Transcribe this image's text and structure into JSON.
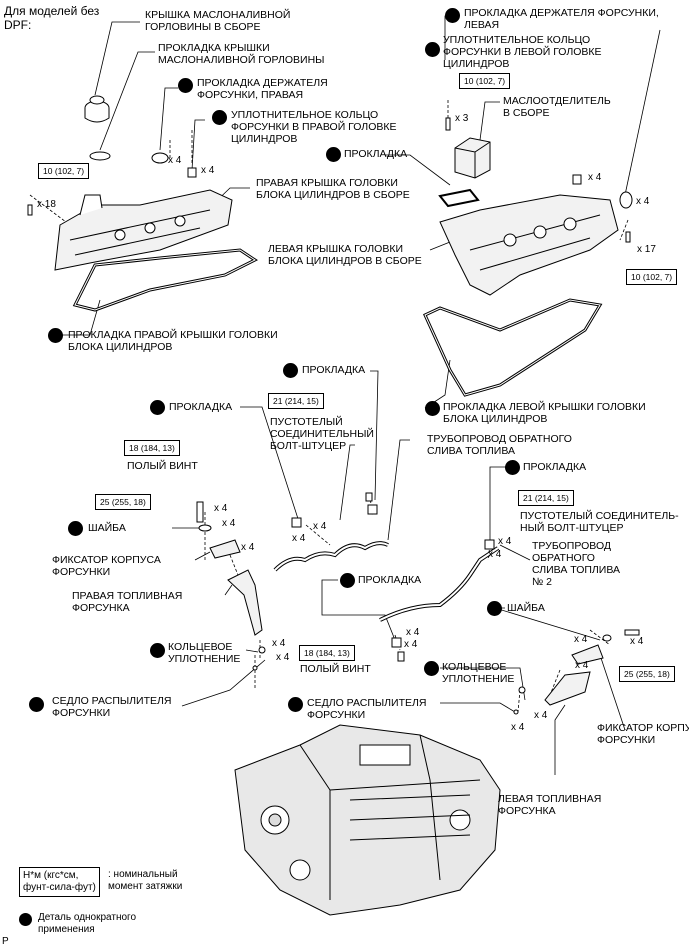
{
  "header_note": [
    "Для моделей без",
    "DPF:"
  ],
  "labels": {
    "oil_filler_cap": [
      "КРЫШКА МАСЛОНАЛИВНОЙ",
      "ГОРЛОВИНЫ В СБОРЕ"
    ],
    "oil_filler_gasket": [
      "ПРОКЛАДКА КРЫШКИ",
      "МАСЛОНАЛИВНОЙ ГОРЛОВИНЫ"
    ],
    "rh_holder_gasket": [
      "ПРОКЛАДКА ДЕРЖАТЕЛЯ",
      "ФОРСУНКИ, ПРАВАЯ"
    ],
    "rh_seal_ring": [
      "УПЛОТНИТЕЛЬНОЕ КОЛЬЦО",
      "ФОРСУНКИ В ПРАВОЙ ГОЛОВКЕ",
      "ЦИЛИНДРОВ"
    ],
    "rh_cover": [
      "ПРАВАЯ КРЫШКА ГОЛОВКИ",
      "БЛОКА ЦИЛИНДРОВ В СБОРЕ"
    ],
    "rh_cover_gasket": [
      "ПРОКЛАДКА ПРАВОЙ КРЫШКИ ГОЛОВКИ",
      "БЛОКА ЦИЛИНДРОВ"
    ],
    "lh_holder_gasket": [
      "ПРОКЛАДКА ДЕРЖАТЕЛЯ ФОРСУНКИ,",
      "ЛЕВАЯ"
    ],
    "lh_seal_ring": [
      "УПЛОТНИТЕЛЬНОЕ КОЛЬЦО",
      "ФОРСУНКИ В ЛЕВОЙ ГОЛОВКЕ",
      "ЦИЛИНДРОВ"
    ],
    "oil_separator": [
      "МАСЛООТДЕЛИТЕЛЬ",
      "В СБОРЕ"
    ],
    "gasket_top": [
      "ПРОКЛАДКА"
    ],
    "lh_cover": [
      "ЛЕВАЯ КРЫШКА ГОЛОВКИ",
      "БЛОКА ЦИЛИНДРОВ В СБОРЕ"
    ],
    "lh_cover_gasket": [
      "ПРОКЛАДКА ЛЕВОЙ КРЫШКИ ГОЛОВКИ",
      "БЛОКА ЦИЛИНДРОВ"
    ],
    "gasket_mid": [
      "ПРОКЛАДКА"
    ],
    "gasket_left": [
      "ПРОКЛАДКА"
    ],
    "union_bolt_1": [
      "ПУСТОТЕЛЫЙ",
      "СОЕДИНИТЕЛЬНЫЙ",
      "БОЛТ-ШТУЦЕР"
    ],
    "hollow_screw_1": [
      "ПОЛЫЙ ВИНТ"
    ],
    "return_pipe": [
      "ТРУБОПРОВОД ОБРАТНОГО",
      "СЛИВА ТОПЛИВА"
    ],
    "washer_left": [
      "ШАЙБА"
    ],
    "clamp_left": [
      "ФИКСАТОР КОРПУСА",
      "ФОРСУНКИ"
    ],
    "rh_injector": [
      "ПРАВАЯ ТОПЛИВНАЯ",
      "ФОРСУНКА"
    ],
    "o_ring_left": [
      "КОЛЬЦЕВОЕ",
      "УПЛОТНЕНИЕ"
    ],
    "nozzle_seat_left": [
      "СЕДЛО РАСПЫЛИТЕЛЯ",
      "ФОРСУНКИ"
    ],
    "gasket_right": [
      "ПРОКЛАДКА"
    ],
    "union_bolt_2": [
      "ПУСТОТЕЛЫЙ СОЕДИНИТЕЛЬ-",
      "НЫЙ БОЛТ-ШТУЦЕР"
    ],
    "return_pipe_2": [
      "ТРУБОПРОВОД",
      "ОБРАТНОГО",
      "СЛИВА ТОПЛИВА",
      "№ 2"
    ],
    "gasket_center": [
      "ПРОКЛАДКА"
    ],
    "washer_right": [
      "ШАЙБА"
    ],
    "hollow_screw_2": [
      "ПОЛЫЙ ВИНТ"
    ],
    "o_ring_right": [
      "КОЛЬЦЕВОЕ",
      "УПЛОТНЕНИЕ"
    ],
    "nozzle_seat_right": [
      "СЕДЛО РАСПЫЛИТЕЛЯ",
      "ФОРСУНКИ"
    ],
    "clamp_right": [
      "ФИКСАТОР КОРПУСА",
      "ФОРСУНКИ"
    ],
    "lh_injector": [
      "ЛЕВАЯ ТОПЛИВНАЯ",
      "ФОРСУНКА"
    ]
  },
  "torques": {
    "t1": "10 (102, 7)",
    "t2": "10 (102, 7)",
    "t3": "10 (102, 7)",
    "t4": "21 (214, 15)",
    "t5": "18 (184, 13)",
    "t6": "25 (255, 18)",
    "t7": "21 (214, 15)",
    "t8": "18 (184, 13)",
    "t9": "25 (255, 18)"
  },
  "quantities": {
    "q_x18": "x 18",
    "q_x4_a": "x 4",
    "q_x4_b": "x 4",
    "q_x3": "x 3",
    "q_x4_c": "x 4",
    "q_x4_d": "x 4",
    "q_x17": "x 17",
    "q_x4_e": "x 4",
    "q_x4_f": "x 4",
    "q_x4_g": "x 4",
    "q_x4_h": "x 4",
    "q_x4_i": "x 4",
    "q_x4_j": "x 4",
    "q_x4_k": "x 4",
    "q_x4_l": "x 4",
    "q_x4_m": "x 4",
    "q_x4_n": "x 4",
    "q_x4_o": "x 4",
    "q_x4_p": "x 4",
    "q_x4_q": "x 4",
    "q_x4_r": "x 4",
    "q_x4_s": "x 4",
    "q_x4_t": "x 4"
  },
  "legend": {
    "torque_unit": [
      "Н*м (кгс*см,",
      "фунт-сила-фут)"
    ],
    "torque_desc": [
      ": номинальный",
      "момент затяжки"
    ],
    "single_use": [
      "Деталь однократного",
      "применения"
    ]
  },
  "footer_mark": "P"
}
